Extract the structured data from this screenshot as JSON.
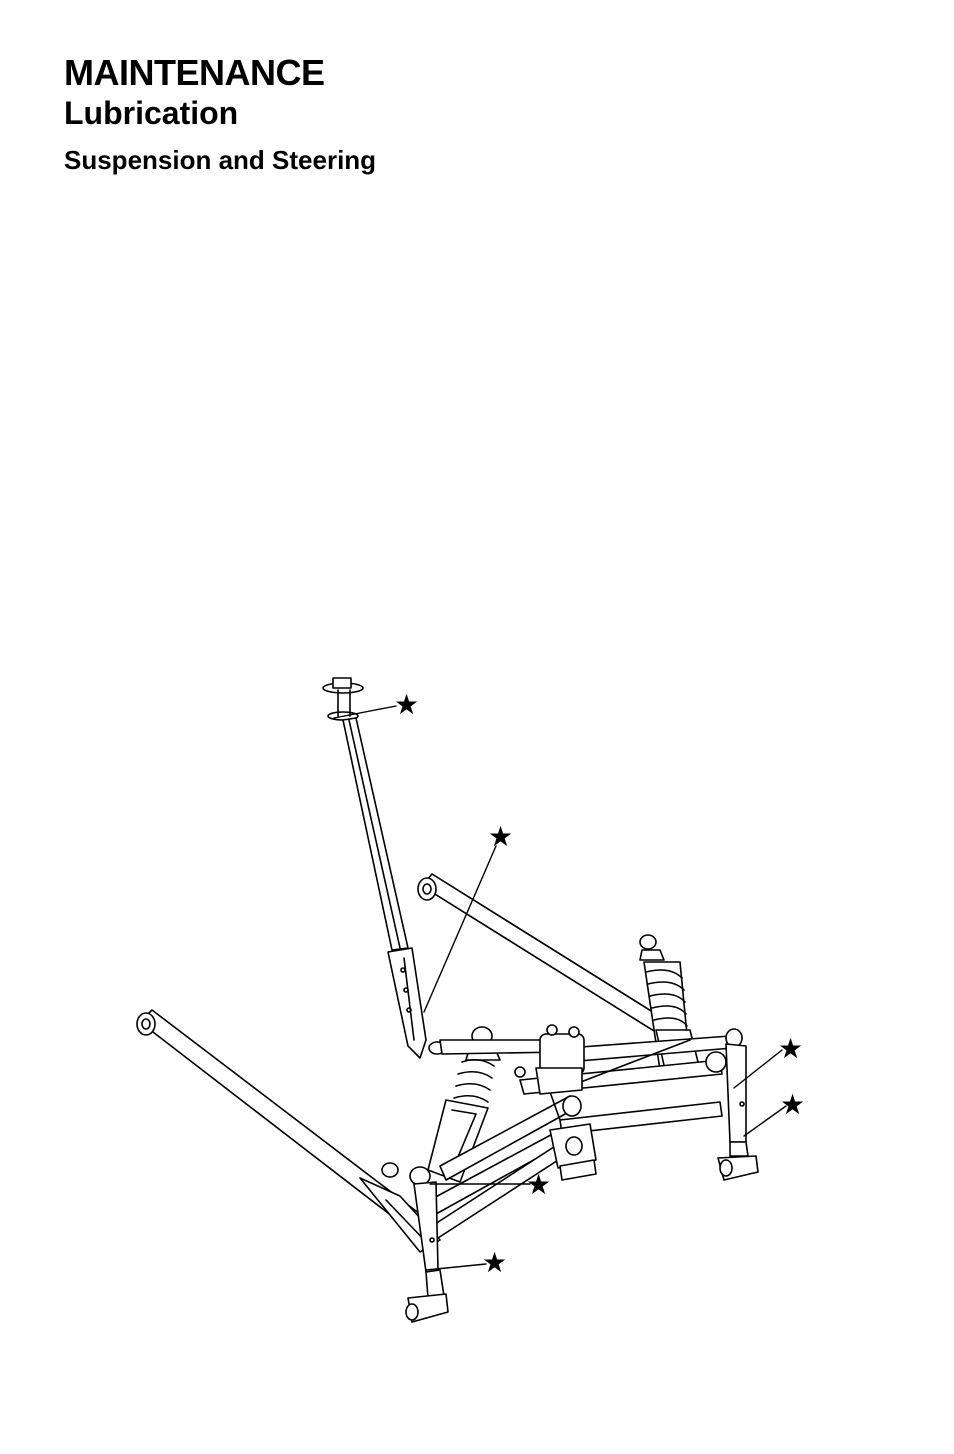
{
  "header": {
    "title": "MAINTENANCE",
    "subtitle": "Lubrication",
    "section": "Suspension and Steering"
  },
  "figure": {
    "marker_glyph": "★",
    "marker_icon": "star-icon",
    "line_color": "#000000"
  }
}
